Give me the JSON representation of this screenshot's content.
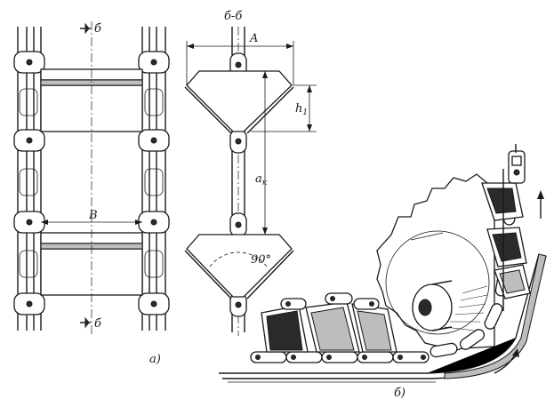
{
  "labels": {
    "section_mark_top": "б",
    "section_mark_bottom": "б",
    "section_title": "б-б",
    "dim_A": "A",
    "dim_h1": "h",
    "dim_h1_sub": "1",
    "dim_a": "a",
    "dim_a_sub": "к",
    "dim_B": "B",
    "angle": "90°",
    "sub_a": "а)",
    "sub_b": "б)"
  }
}
